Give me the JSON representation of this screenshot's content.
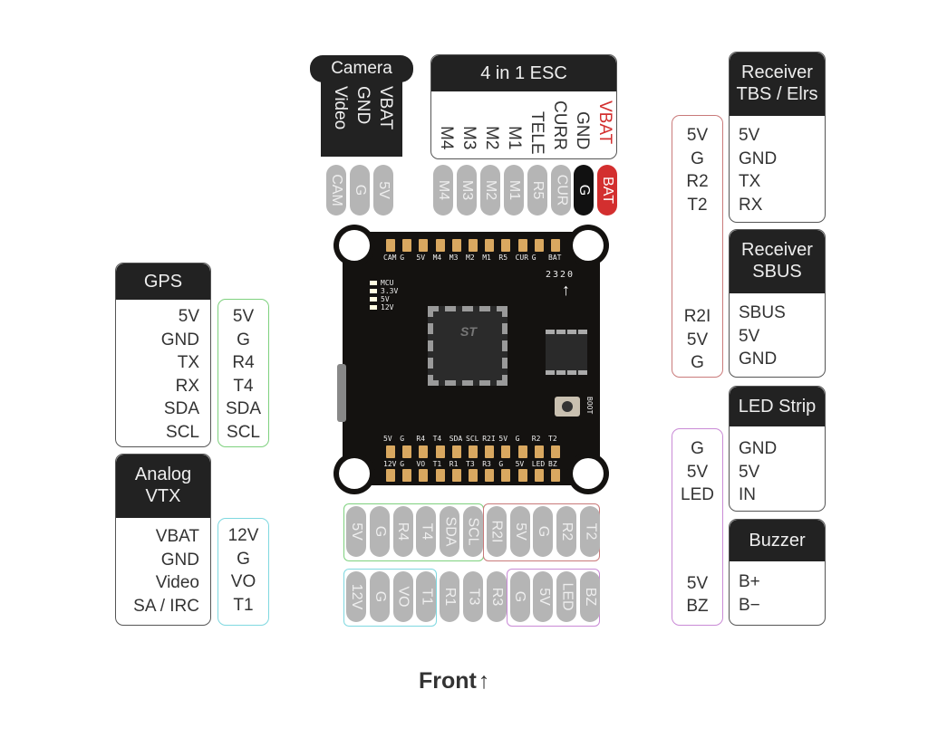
{
  "camera": {
    "title": "Camera",
    "labels": [
      "Video",
      "GND",
      "VBAT"
    ],
    "pads": [
      "CAM",
      "G",
      "5V"
    ]
  },
  "esc": {
    "title": "4 in 1 ESC",
    "labels": [
      "M4",
      "M3",
      "M2",
      "M1",
      "TELE",
      "CURR",
      "GND",
      "VBAT"
    ],
    "pads": [
      "M4",
      "M3",
      "M2",
      "M1",
      "R5",
      "CUR",
      "G",
      "BAT"
    ],
    "highlight_color": "#d32f2f"
  },
  "gps": {
    "title": "GPS",
    "wires": [
      "5V",
      "GND",
      "TX",
      "RX",
      "SDA",
      "SCL"
    ],
    "pads": [
      "5V",
      "G",
      "R4",
      "T4",
      "SDA",
      "SCL"
    ],
    "group_color": "#7ed17e"
  },
  "vtx": {
    "title_line1": "Analog",
    "title_line2": "VTX",
    "wires": [
      "VBAT",
      "GND",
      "Video",
      "SA / IRC"
    ],
    "pads": [
      "12V",
      "G",
      "VO",
      "T1"
    ],
    "group_color": "#7fd8e0"
  },
  "receiver_tbs": {
    "title_line1": "Receiver",
    "title_line2": "TBS / Elrs",
    "wires": [
      "5V",
      "GND",
      "TX",
      "RX"
    ],
    "pads": [
      "5V",
      "G",
      "R2",
      "T2"
    ]
  },
  "receiver_sbus": {
    "title_line1": "Receiver",
    "title_line2": "SBUS",
    "wires": [
      "SBUS",
      "5V",
      "GND"
    ],
    "pads": [
      "R2I",
      "5V",
      "G"
    ],
    "group_color": "#c97a7a"
  },
  "led_strip": {
    "title": "LED Strip",
    "wires": [
      "GND",
      "5V",
      "IN"
    ],
    "pads": [
      "G",
      "5V",
      "LED"
    ]
  },
  "buzzer": {
    "title": "Buzzer",
    "wires": [
      "B+",
      "B−"
    ],
    "pads": [
      "5V",
      "BZ"
    ],
    "group_color": "#c98ad6"
  },
  "board": {
    "top_silk": [
      "CAM",
      "G",
      "5V",
      "M4",
      "M3",
      "M2",
      "M1",
      "R5",
      "CUR",
      "G",
      "BAT"
    ],
    "mid_silk": [
      "5V",
      "G",
      "R4",
      "T4",
      "SDA",
      "SCL",
      "R2I",
      "5V",
      "G",
      "R2",
      "T2"
    ],
    "bottom_silk": [
      "12V",
      "G",
      "VO",
      "T1",
      "R1",
      "T3",
      "R3",
      "G",
      "5V",
      "LED",
      "BZ"
    ],
    "leds": [
      "MCU",
      "3.3V",
      "5V",
      "12V"
    ],
    "boot_label": "BOOT",
    "version": "2320"
  },
  "bottom_pads": {
    "row1": [
      "5V",
      "G",
      "R4",
      "T4",
      "SDA",
      "SCL",
      "R2I",
      "5V",
      "G",
      "R2",
      "T2"
    ],
    "row2": [
      "12V",
      "G",
      "VO",
      "T1",
      "R1",
      "T3",
      "R3",
      "G",
      "5V",
      "LED",
      "BZ"
    ]
  },
  "footer": {
    "label": "Front",
    "arrow": "↑"
  }
}
